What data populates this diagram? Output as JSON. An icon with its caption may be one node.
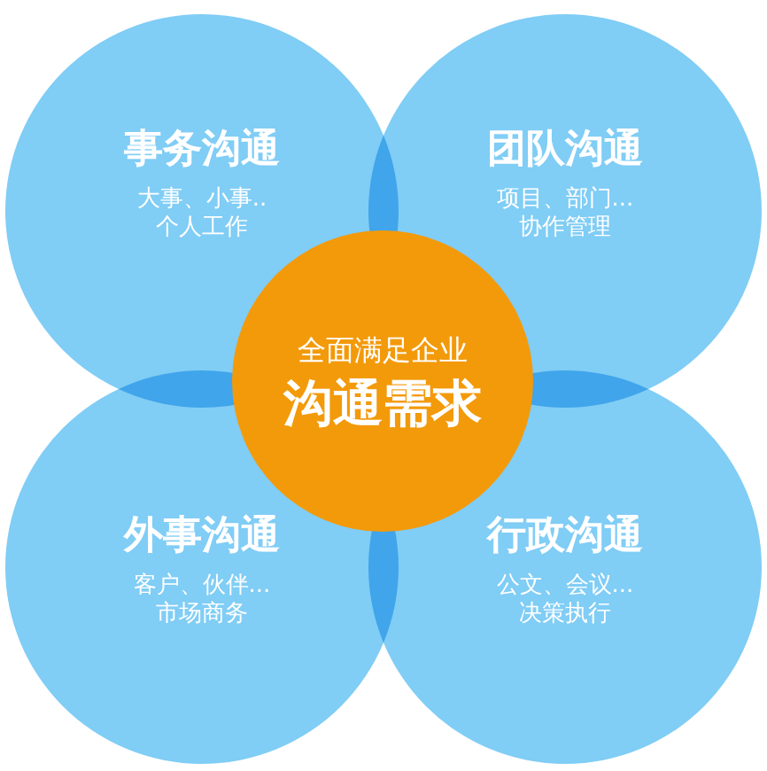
{
  "diagram": {
    "nodes": [
      {
        "text": [
          "事务沟通",
          "大事、小事..个人工作"
        ]
      },
      {
        "text": [
          "团队沟通",
          "项目、部门...协作管理"
        ]
      },
      {
        "text": [
          "全面满足企业",
          "沟通需求"
        ]
      },
      {
        "text": [
          "外事沟通",
          "客户、伙伴...市场商务"
        ]
      },
      {
        "text": [
          "行政沟通",
          "公文、会议...决策执行"
        ]
      }
    ]
  }
}
